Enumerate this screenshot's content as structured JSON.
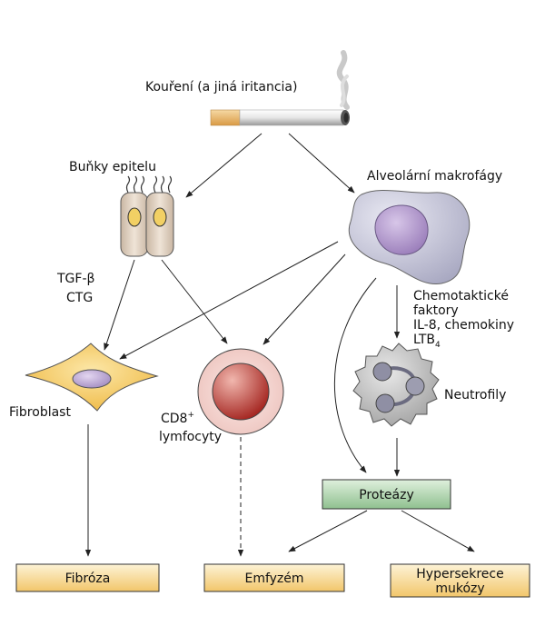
{
  "source": {
    "label": "Kouření (a jiná iritancia)"
  },
  "cells": {
    "epithelium": "Buňky epitelu",
    "macrophages": "Alveolární makrofágy",
    "fibroblast": "Fibroblast",
    "cd8_line1": "CD8",
    "cd8_sup": "+",
    "cd8_line2": "lymfocyty",
    "neutrophils": "Neutrofily"
  },
  "mediators": {
    "epithelium_line1": "TGF-β",
    "epithelium_line2": "CTG",
    "macrophage_line1": "Chemotaktické",
    "macrophage_line2": "faktory",
    "macrophage_line3": "IL-8, chemokiny",
    "macrophage_line4": "LTB",
    "macrophage_line4_sub": "4"
  },
  "intermediate": {
    "label": "Proteázy"
  },
  "outcomes": {
    "fibrosis": "Fibróza",
    "emphysema": "Emfyzém",
    "hyper_line1": "Hypersekrece",
    "hyper_line2": "mukózy"
  },
  "colors": {
    "outcome_fill_top": "#fdf3d6",
    "outcome_fill_bottom": "#f2c66a",
    "protease_fill_top": "#dff0dd",
    "protease_fill_bottom": "#8fc08f",
    "fibroblast_fill": "#f5c451",
    "macrophage_fill": "#c4c4d8",
    "macrophage_nucleus": "#a98fc4",
    "neutrophil_fill": "#bdbdbd",
    "neutrophil_nucleus": "#8f8fa4",
    "cd8_outer": "#f6d7d2",
    "cd8_nucleus": "#b8302a",
    "epithelium_fill": "#e5d8c8",
    "epithelium_nucleus": "#f2d064"
  }
}
